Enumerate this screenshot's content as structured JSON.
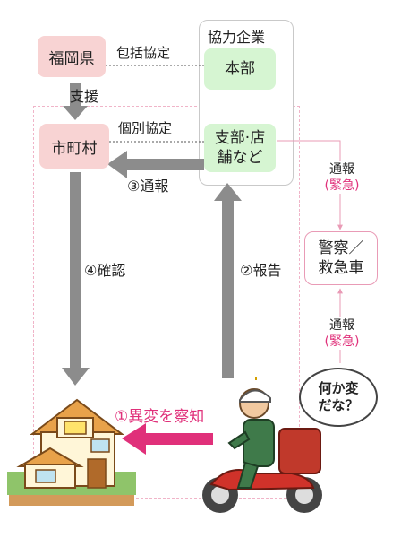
{
  "partner_companies": {
    "title": "協力企業",
    "honbu": "本部",
    "branch_line1": "支部·店",
    "branch_line2": "舗など"
  },
  "fukuoka": "福岡県",
  "municipality": "市町村",
  "edges": {
    "comprehensive_agreement": "包括協定",
    "support": "支援",
    "individual_agreement": "個別協定",
    "step3": "③通報",
    "step2": "②報告",
    "step4": "④確認",
    "step1": "①異変を察知"
  },
  "police": {
    "line1": "警察／",
    "line2": "救急車"
  },
  "report_top": {
    "line1": "通報",
    "line2": "(緊急)"
  },
  "report_bottom": {
    "line1": "通報",
    "line2": "(緊急)"
  },
  "bubble": {
    "line1": "何か変",
    "line2": "だな？"
  },
  "colors": {
    "arrow_gray": "#8c8c8c",
    "pink_box": "#f8d3d3",
    "green_box": "#d6f5d2",
    "accent_red": "#e0307a"
  }
}
